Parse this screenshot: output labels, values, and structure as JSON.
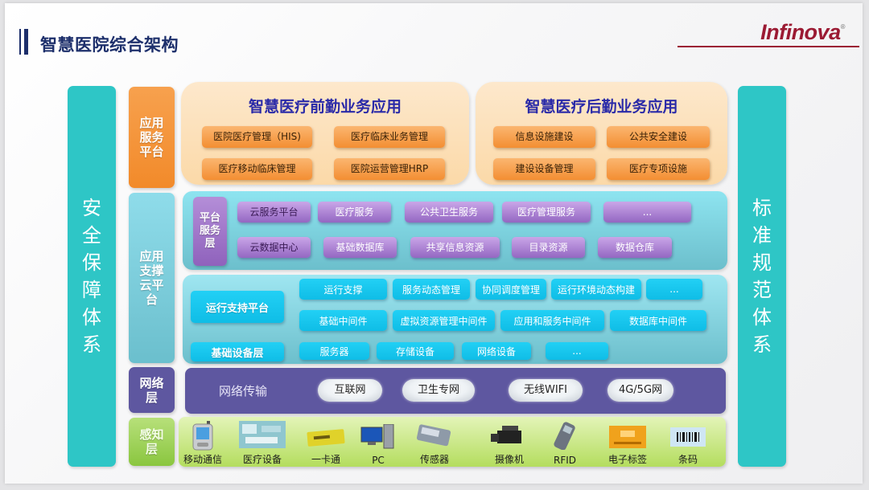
{
  "header": {
    "title": "智慧医院综合架构",
    "logo": "Infinova",
    "logo_mark": "®",
    "accent_color": "#9b1a33",
    "title_color": "#1d2f6b"
  },
  "pillars": {
    "left": "安全保障体系",
    "right": "标准规范体系"
  },
  "layers": {
    "application": {
      "label": "应用服务平台",
      "front": {
        "title": "智慧医疗前勤业务应用",
        "items": [
          "医院医疗管理（HIS)",
          "医疗临床业务管理",
          "医疗移动临床管理",
          "医院运营管理HRP"
        ]
      },
      "back": {
        "title": "智慧医疗后勤业务应用",
        "items": [
          "信息设施建设",
          "公共安全建设",
          "建设设备管理",
          "医疗专项设施"
        ]
      }
    },
    "support": {
      "label": "应用支撑云平台",
      "platform": {
        "label": "平台服务层",
        "row1": [
          "云服务平台",
          "医疗服务",
          "公共卫生服务",
          "医疗管理服务",
          "..."
        ],
        "row2": [
          "云数据中心",
          "基础数据库",
          "共享信息资源",
          "目录资源",
          "数据仓库"
        ]
      },
      "runtime": {
        "label": "运行支持平台",
        "row1": [
          "运行支撑",
          "服务动态管理",
          "协同调度管理",
          "运行环境动态构建",
          "..."
        ],
        "row2": [
          "基础中间件",
          "虚拟资源管理中间件",
          "应用和服务中间件",
          "数据库中间件"
        ]
      },
      "infra": {
        "label": "基础设备层",
        "items": [
          "服务器",
          "存储设备",
          "网络设备",
          "..."
        ]
      }
    },
    "network": {
      "label": "网络层",
      "title": "网络传输",
      "clouds": [
        "互联网",
        "卫生专网",
        "无线WIFI",
        "4G/5G网"
      ]
    },
    "sensing": {
      "label": "感知层",
      "devices": [
        {
          "label": "移动通信",
          "icon": "mobile-phone-icon"
        },
        {
          "label": "医疗设备",
          "icon": "medical-equipment-icon"
        },
        {
          "label": "一卡通",
          "icon": "card-icon"
        },
        {
          "label": "PC",
          "icon": "pc-icon"
        },
        {
          "label": "传感器",
          "icon": "sensor-icon"
        },
        {
          "label": "摄像机",
          "icon": "camera-icon"
        },
        {
          "label": "RFID",
          "icon": "rfid-reader-icon"
        },
        {
          "label": "电子标签",
          "icon": "electronic-tag-icon"
        },
        {
          "label": "条码",
          "icon": "barcode-icon"
        }
      ]
    }
  }
}
